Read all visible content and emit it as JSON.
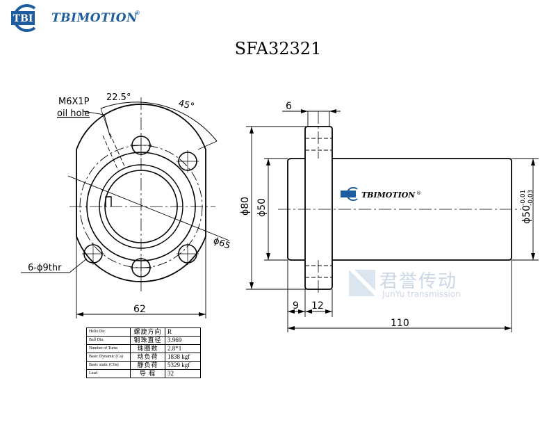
{
  "brand": {
    "logo_badge": "TBI",
    "logo_name": "TBIMOTION",
    "registered_mark": "®",
    "brand_color": "#1d5c9e"
  },
  "title": "SFA32321",
  "front_view": {
    "oil_hole_label_1": "M6X1P",
    "oil_hole_label_2": "oil hole",
    "angle_small": "22.5°",
    "angle_large": "45°",
    "bolt_circle": "ϕ65",
    "bolt_holes": "6-ϕ9thr",
    "width": "62"
  },
  "side_view": {
    "flange_thickness": "6",
    "flange_od": "ϕ80",
    "body_od": "ϕ50",
    "body_od_tol_main": "ϕ50",
    "body_od_tol_upper": "-0.01",
    "body_od_tol_lower": "-0.03",
    "offset": "9",
    "flange_width": "12",
    "total_length": "110",
    "body_logo": "TBIMOTION",
    "body_logo_mark": "®"
  },
  "watermark": {
    "chinese": "君誉传动",
    "english": "JunYu transmission"
  },
  "spec_table": {
    "rows": [
      {
        "en": "Helix Dir.",
        "cn": "螺旋方向",
        "value": "R"
      },
      {
        "en": "Ball Dia.",
        "cn": "钢珠直径",
        "value": "3.969"
      },
      {
        "en": "Number of Turns",
        "cn": "珠圈数",
        "value": "2.8*1"
      },
      {
        "en": "Basic Dynamic (Ca)",
        "cn": "动负荷",
        "value": "1838 kgf"
      },
      {
        "en": "Basic static (C0a)",
        "cn": "静负荷",
        "value": "5329 kgf"
      },
      {
        "en": "Lead",
        "cn": "导 程",
        "value": "32"
      }
    ]
  }
}
